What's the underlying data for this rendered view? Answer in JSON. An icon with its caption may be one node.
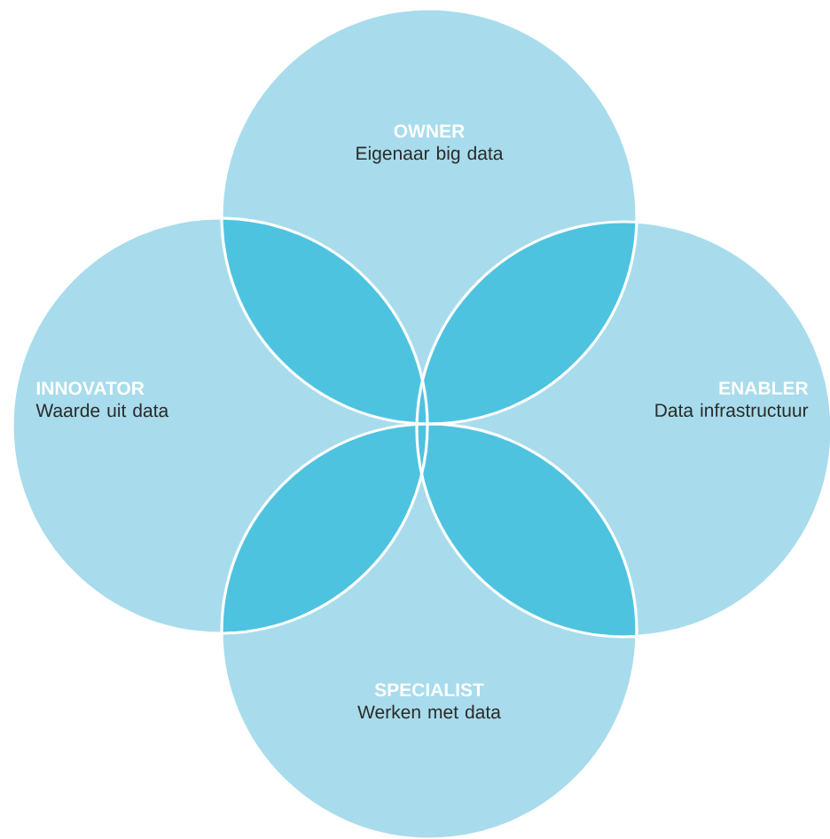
{
  "diagram": {
    "nodes": [
      {
        "text": [
          "OWNER",
          "Eigenaar big data"
        ]
      },
      {
        "text": [
          "INNOVATOR",
          "Waarde uit data"
        ]
      },
      {
        "text": [
          "ENABLER",
          "Data infrastructuur"
        ]
      },
      {
        "text": [
          "SPECIALIST",
          "Werken met data"
        ]
      }
    ]
  }
}
